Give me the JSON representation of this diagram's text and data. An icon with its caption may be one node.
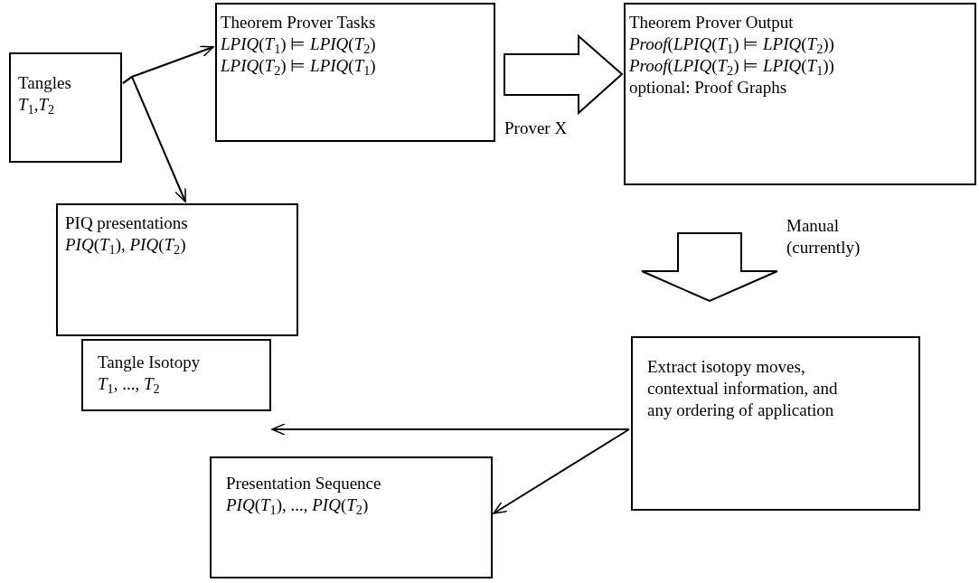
{
  "diagram": {
    "nodes": [
      {
        "text": [
          "Tangles",
          "*T*$_{1}$,*T*$_{2}$"
        ]
      },
      {
        "text": [
          "Theorem Prover Tasks",
          "*LPIQ*(*T*$_{1}$) ⊨ *LPIQ*(*T*$_{2}$)",
          "*LPIQ*(*T*$_{2}$) ⊨ *LPIQ*(*T*$_{1}$)"
        ]
      },
      {
        "text": [
          "PIQ presentations",
          "*PIQ*(*T*$_{1}$), *PIQ*(*T*$_{2}$)"
        ]
      },
      {
        "text": [
          "Theorem Prover Output",
          "*Proof*(*LPIQ*(*T*$_{1}$) ⊨ *LPIQ*(*T*$_{2}$))",
          "*Proof*(*LPIQ*(*T*$_{2}$) ⊨ *LPIQ*(*T*$_{1}$))",
          "optional: Proof Graphs"
        ]
      },
      {
        "text": [
          "Extract isotopy moves, contextual information, and any ordering of application"
        ]
      },
      {
        "text": [
          "Tangle Isotopy",
          "*T*$_{1}$, ..., *T*$_{2}$"
        ]
      },
      {
        "text": [
          "Presentation Sequence",
          "*PIQ*(*T*$_{1}$), ..., *PIQ*(*T*$_{2}$)"
        ]
      }
    ],
    "edges": [
      {
        "from": 0,
        "to": 1,
        "arrow": "to"
      },
      {
        "from": 0,
        "to": 2,
        "arrow": "to"
      },
      {
        "from": 1,
        "to": 3,
        "arrow": "to",
        "label": "Prover X",
        "style": "thick"
      },
      {
        "from": 3,
        "to": 4,
        "arrow": "to",
        "label": "Manual (currently)",
        "style": "thick"
      },
      {
        "from": 4,
        "to": 5,
        "arrow": "to"
      },
      {
        "from": 4,
        "to": 6,
        "arrow": "to"
      }
    ]
  }
}
